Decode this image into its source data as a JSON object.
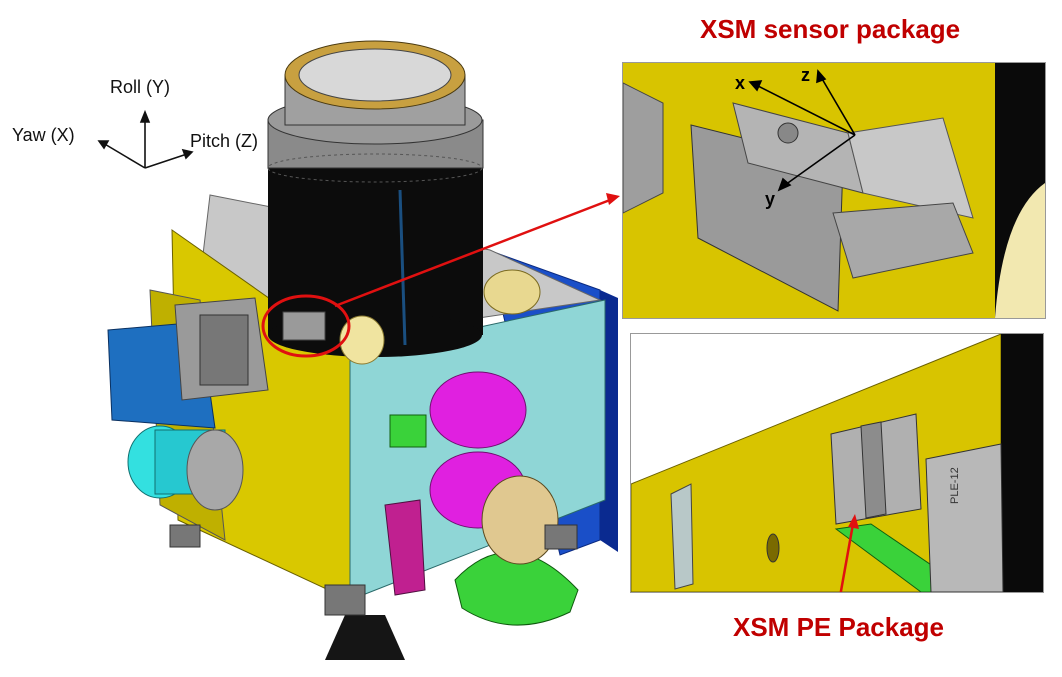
{
  "axes_legend": {
    "roll_label": "Roll (Y)",
    "yaw_label": "Yaw (X)",
    "pitch_label": "Pitch (Z)"
  },
  "insets": {
    "sensor_title": "XSM sensor package",
    "pe_title": "XSM PE Package",
    "sensor_axes": {
      "x": "x",
      "y": "y",
      "z": "z"
    },
    "pe_label_text": "PLE-12"
  },
  "colors": {
    "title_red": "#c00000",
    "panel_yellow": "#d8c400",
    "panel_cyan": "#8fd6d6",
    "tank_magenta": "#e020e0",
    "blue_panel": "#1e6fc0",
    "dome_green": "#3ad23a",
    "highlight_red": "#e01010"
  }
}
